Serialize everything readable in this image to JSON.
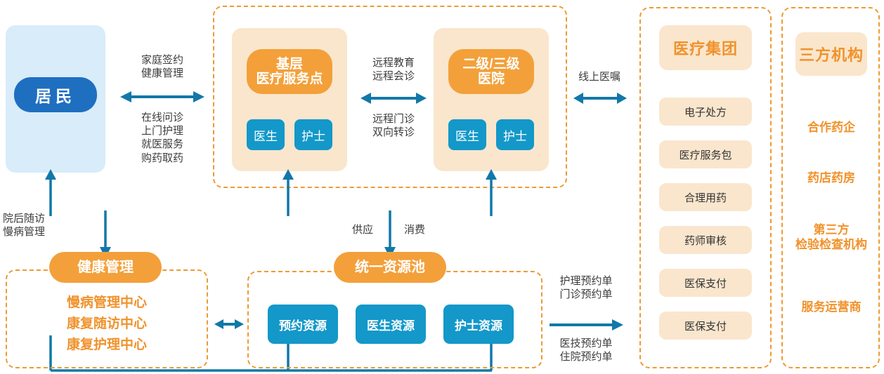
{
  "colors": {
    "accent_orange": "#F3A03A",
    "dark_blue": "#1F6FC0",
    "cyan": "#1398C9",
    "cream": "#FAE6CD",
    "light_blue": "#D8ECF9",
    "dashed_border": "#EE9A33",
    "orange_text": "#F0922C",
    "arrow_blue": "#1278A8"
  },
  "resident": {
    "label": "居民"
  },
  "resident_arrow": {
    "top_label": "家庭签约\n健康管理",
    "bottom_label": "在线问诊\n上门护理\n就医服务\n购药取药"
  },
  "institutions": {
    "primary": {
      "title": "基层\n医疗服务点",
      "roles": [
        "医生",
        "护士"
      ]
    },
    "hospital": {
      "title": "二级/三级\n医院",
      "roles": [
        "医生",
        "护士"
      ]
    },
    "between_arrow": {
      "top_label": "远程教育\n远程会诊",
      "bottom_label": "远程门诊\n双向转诊"
    }
  },
  "online_order": {
    "label": "线上医嘱"
  },
  "medical_group": {
    "title": "医疗集团",
    "items": [
      "电子处方",
      "医疗服务包",
      "合理用药",
      "药师审核",
      "医保支付",
      "医保支付"
    ]
  },
  "third_party": {
    "title": "三方机构",
    "items": [
      "合作药企",
      "药店药房",
      "第三方\n检验检查机构",
      "服务运营商"
    ]
  },
  "followup_label": {
    "text": "院后随访\n慢病管理"
  },
  "health_mgmt": {
    "title": "健康管理",
    "items": [
      "慢病管理中心",
      "康复随访中心",
      "康复护理中心"
    ]
  },
  "resource_pool": {
    "title": "统一资源池",
    "supply_label": "供应",
    "consume_label": "消费",
    "items": [
      "预约资源",
      "医生资源",
      "护士资源"
    ]
  },
  "order_arrow": {
    "top_label": "护理预约单\n门诊预约单",
    "bottom_label": "医技预约单\n住院预约单"
  }
}
